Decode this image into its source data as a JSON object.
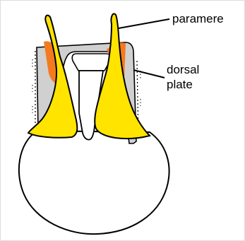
{
  "labels": {
    "paramere": "paramere",
    "dorsal_plate_line1": "dorsal",
    "dorsal_plate_line2": "plate"
  },
  "colors": {
    "paramere_fill": "#ffe400",
    "highlight_fill": "#f47a20",
    "dorsal_plate_fill": "#d0d0d0",
    "background": "#ffffff",
    "outline": "#000000",
    "frame": "#dcdcdc"
  }
}
